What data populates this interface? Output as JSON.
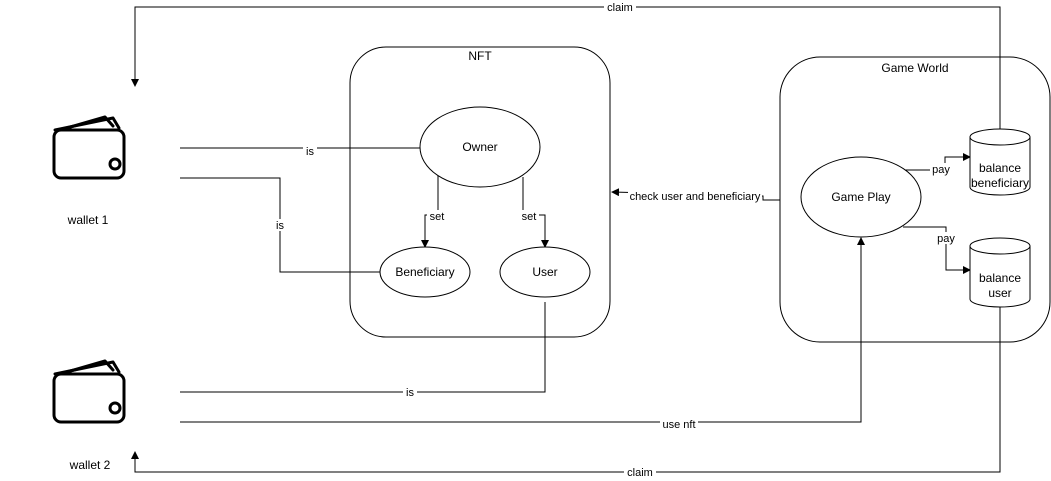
{
  "containers": {
    "nft": {
      "title": "NFT"
    },
    "game_world": {
      "title": "Game World"
    }
  },
  "wallets": {
    "wallet1": {
      "label": "wallet 1",
      "icon": "wallet-icon"
    },
    "wallet2": {
      "label": "wallet 2",
      "icon": "wallet-icon"
    }
  },
  "nodes": {
    "owner": "Owner",
    "beneficiary": "Beneficiary",
    "user": "User",
    "game_play": "Game Play",
    "balance_beneficiary": {
      "line1": "balance",
      "line2": "beneficiary"
    },
    "balance_user": {
      "line1": "balance",
      "line2": "user"
    }
  },
  "edges": {
    "claim_top": "claim",
    "claim_bottom": "claim",
    "is_wallet1_owner": "is",
    "is_wallet1_beneficiary": "is",
    "is_wallet2_user": "is",
    "set_beneficiary": "set",
    "set_user": "set",
    "check": "check user and beneficiary",
    "pay_beneficiary": "pay",
    "pay_user": "pay",
    "use_nft": "use nft"
  },
  "colors": {
    "stroke": "#000000",
    "background": "#ffffff"
  }
}
